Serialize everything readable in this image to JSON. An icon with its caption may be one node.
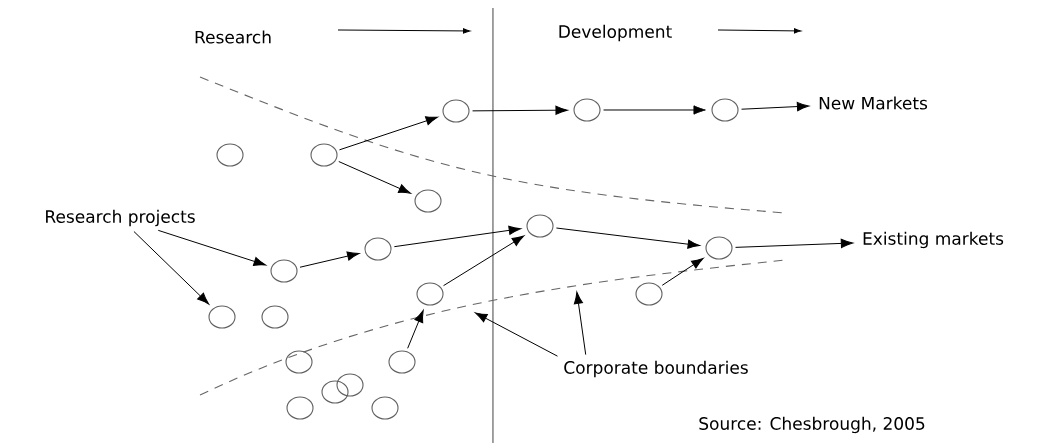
{
  "diagram": {
    "nodes": [
      {
        "text": [],
        "shape": "circle"
      },
      {
        "text": [],
        "shape": "circle"
      },
      {
        "text": [],
        "shape": "circle"
      },
      {
        "text": [
          "New Markets"
        ]
      },
      {
        "text": [],
        "shape": "circle"
      },
      {
        "text": [],
        "shape": "circle"
      },
      {
        "text": [],
        "shape": "circle"
      },
      {
        "text": [
          "Research projects"
        ]
      },
      {
        "text": [],
        "shape": "circle"
      },
      {
        "text": [],
        "shape": "circle"
      },
      {
        "text": [],
        "shape": "circle"
      },
      {
        "text": [
          "Existing markets"
        ]
      },
      {
        "text": [],
        "shape": "circle"
      },
      {
        "text": [],
        "shape": "circle"
      },
      {
        "text": [],
        "shape": "circle"
      },
      {
        "text": [],
        "shape": "circle"
      },
      {
        "text": [],
        "shape": "circle"
      },
      {
        "text": [],
        "shape": "circle"
      },
      {
        "text": [],
        "shape": "circle"
      },
      {
        "text": [
          "Corporate boundaries"
        ]
      },
      {
        "text": [],
        "shape": "circle"
      },
      {
        "text": [],
        "shape": "circle"
      },
      {
        "text": [],
        "shape": "circle"
      },
      {
        "text": [],
        "shape": "circle"
      }
    ],
    "edges": [
      {
        "from": 5,
        "to": 0,
        "arrow": "to"
      },
      {
        "from": 5,
        "to": 6,
        "arrow": "to"
      },
      {
        "from": 0,
        "to": 1,
        "arrow": "to"
      },
      {
        "from": 1,
        "to": 2,
        "arrow": "to"
      },
      {
        "from": 2,
        "to": 3,
        "arrow": "to"
      },
      {
        "from": 7,
        "to": 12,
        "arrow": "to"
      },
      {
        "from": 7,
        "to": 15,
        "arrow": "to"
      },
      {
        "from": 12,
        "to": 9,
        "arrow": "to"
      },
      {
        "from": 9,
        "to": 8,
        "arrow": "to"
      },
      {
        "from": 13,
        "to": 8,
        "arrow": "to"
      },
      {
        "from": 8,
        "to": 10,
        "arrow": "to"
      },
      {
        "from": 14,
        "to": 10,
        "arrow": "to"
      },
      {
        "from": 10,
        "to": 11,
        "arrow": "to"
      },
      {
        "from": 18,
        "to": 13,
        "arrow": "to"
      },
      {
        "from": 19,
        "to": null,
        "arrow": "to"
      },
      {
        "from": 19,
        "to": null,
        "arrow": "to"
      }
    ],
    "labels": [
      "Research",
      "Development",
      "Source: Chesbrough, 2005"
    ]
  }
}
